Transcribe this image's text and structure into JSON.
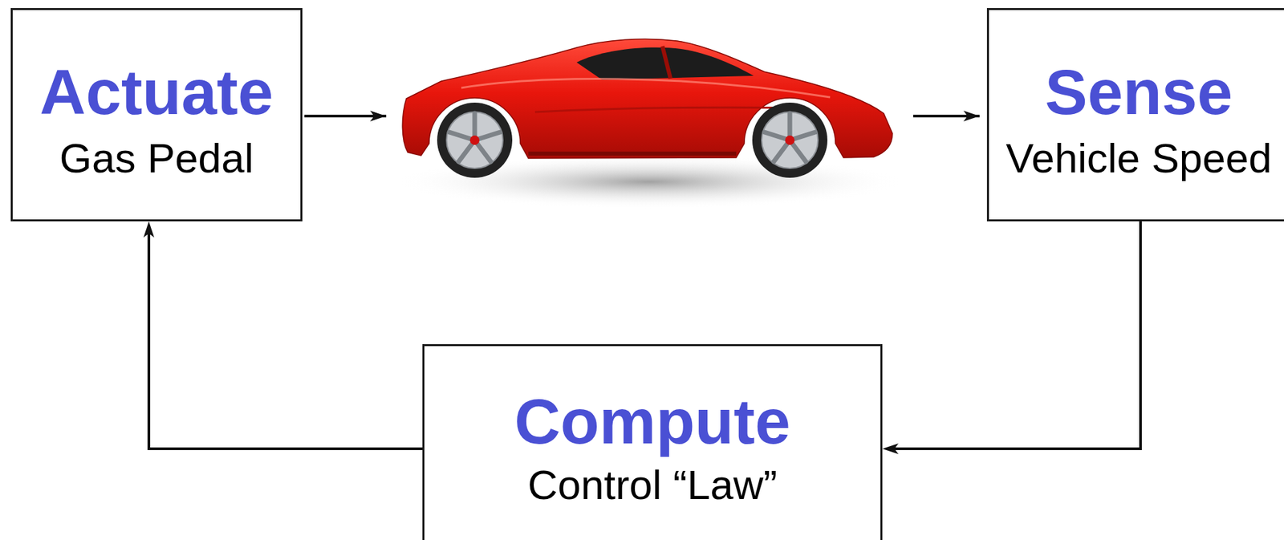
{
  "diagram": {
    "nodes": [
      {
        "text": [
          "Actuate",
          "Gas Pedal"
        ]
      },
      {
        "text": [
          "Sense",
          "Vehicle Speed"
        ]
      },
      {
        "text": [
          "Compute",
          "Control “Law”"
        ]
      }
    ],
    "edges": [
      {
        "from": 1,
        "to": 2,
        "arrow": "to"
      },
      {
        "from": 2,
        "to": 0,
        "arrow": "to"
      }
    ]
  }
}
